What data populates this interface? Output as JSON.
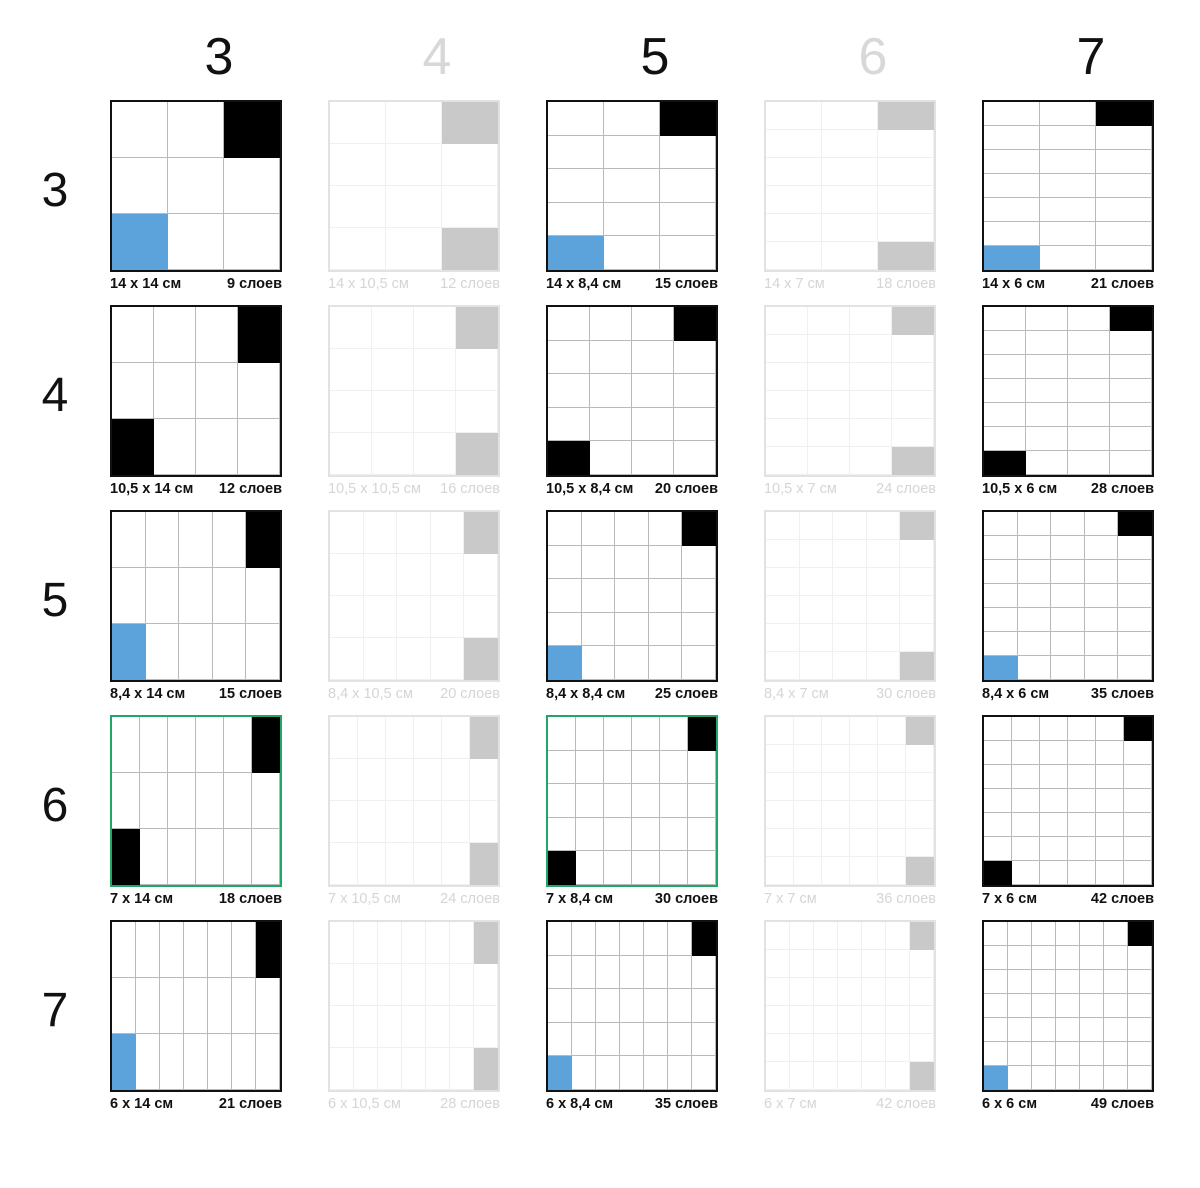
{
  "colors": {
    "black": "#000000",
    "blue": "#5CA3DC",
    "gray": "#c9c9c9",
    "green_border": "#22a565",
    "dim_text": "#d5d5d5",
    "text": "#111111"
  },
  "headers": {
    "columns": [
      {
        "label": "3",
        "dim": false
      },
      {
        "label": "4",
        "dim": true
      },
      {
        "label": "5",
        "dim": false
      },
      {
        "label": "6",
        "dim": true
      },
      {
        "label": "7",
        "dim": false
      }
    ],
    "rows": [
      {
        "label": "3"
      },
      {
        "label": "4"
      },
      {
        "label": "5"
      },
      {
        "label": "6"
      },
      {
        "label": "7"
      }
    ]
  },
  "chart_data": {
    "type": "table",
    "title": "",
    "xlabel": "",
    "ylabel": "",
    "row_headers": [
      "3",
      "4",
      "5",
      "6",
      "7"
    ],
    "col_headers": [
      "3",
      "4",
      "5",
      "6",
      "7"
    ],
    "note": "Matrix of paper-cut layouts. Row header = number of horizontal divisions (columns in the diagram), column header = number of vertical divisions (rows in the diagram). Layers = row x column.",
    "cells": [
      [
        {
          "row": 3,
          "col": 3,
          "cols": 3,
          "rows": 3,
          "size": "14 x 14 см",
          "layers": "9 слоев",
          "layers_value": 9,
          "dim": false,
          "green": false,
          "corner_tr": "black",
          "corner_bl": "blue"
        },
        {
          "row": 3,
          "col": 4,
          "cols": 3,
          "rows": 4,
          "size": "14 x 10,5 см",
          "layers": "12 слоев",
          "layers_value": 12,
          "dim": true,
          "green": false,
          "corner_tr": "gray",
          "corner_br": "gray"
        },
        {
          "row": 3,
          "col": 5,
          "cols": 3,
          "rows": 5,
          "size": "14 x 8,4 см",
          "layers": "15 слоев",
          "layers_value": 15,
          "dim": false,
          "green": false,
          "corner_tr": "black",
          "corner_bl": "blue"
        },
        {
          "row": 3,
          "col": 6,
          "cols": 3,
          "rows": 6,
          "size": "14 x 7 см",
          "layers": "18 слоев",
          "layers_value": 18,
          "dim": true,
          "green": false,
          "corner_tr": "gray",
          "corner_br": "gray"
        },
        {
          "row": 3,
          "col": 7,
          "cols": 3,
          "rows": 7,
          "size": "14 x 6 см",
          "layers": "21 слоев",
          "layers_value": 21,
          "dim": false,
          "green": false,
          "corner_tr": "black",
          "corner_bl": "blue"
        }
      ],
      [
        {
          "row": 4,
          "col": 3,
          "cols": 4,
          "rows": 3,
          "size": "10,5 x 14 см",
          "layers": "12 слоев",
          "layers_value": 12,
          "dim": false,
          "green": false,
          "corner_tr": "black",
          "corner_bl": "black"
        },
        {
          "row": 4,
          "col": 4,
          "cols": 4,
          "rows": 4,
          "size": "10,5 x 10,5 см",
          "layers": "16 слоев",
          "layers_value": 16,
          "dim": true,
          "green": false,
          "corner_tr": "gray",
          "corner_br": "gray"
        },
        {
          "row": 4,
          "col": 5,
          "cols": 4,
          "rows": 5,
          "size": "10,5 x 8,4 см",
          "layers": "20 слоев",
          "layers_value": 20,
          "dim": false,
          "green": false,
          "corner_tr": "black",
          "corner_bl": "black"
        },
        {
          "row": 4,
          "col": 6,
          "cols": 4,
          "rows": 6,
          "size": "10,5 x 7 см",
          "layers": "24 слоев",
          "layers_value": 24,
          "dim": true,
          "green": false,
          "corner_tr": "gray",
          "corner_br": "gray"
        },
        {
          "row": 4,
          "col": 7,
          "cols": 4,
          "rows": 7,
          "size": "10,5 x 6 см",
          "layers": "28 слоев",
          "layers_value": 28,
          "dim": false,
          "green": false,
          "corner_tr": "black",
          "corner_bl": "black"
        }
      ],
      [
        {
          "row": 5,
          "col": 3,
          "cols": 5,
          "rows": 3,
          "size": "8,4 x 14 см",
          "layers": "15 слоев",
          "layers_value": 15,
          "dim": false,
          "green": false,
          "corner_tr": "black",
          "corner_bl": "blue"
        },
        {
          "row": 5,
          "col": 4,
          "cols": 5,
          "rows": 4,
          "size": "8,4 x 10,5 см",
          "layers": "20 слоев",
          "layers_value": 20,
          "dim": true,
          "green": false,
          "corner_tr": "gray",
          "corner_br": "gray"
        },
        {
          "row": 5,
          "col": 5,
          "cols": 5,
          "rows": 5,
          "size": "8,4 x 8,4 см",
          "layers": "25 слоев",
          "layers_value": 25,
          "dim": false,
          "green": false,
          "corner_tr": "black",
          "corner_bl": "blue"
        },
        {
          "row": 5,
          "col": 6,
          "cols": 5,
          "rows": 6,
          "size": "8,4 x 7 см",
          "layers": "30 слоев",
          "layers_value": 30,
          "dim": true,
          "green": false,
          "corner_tr": "gray",
          "corner_br": "gray"
        },
        {
          "row": 5,
          "col": 7,
          "cols": 5,
          "rows": 7,
          "size": "8,4 x 6 см",
          "layers": "35 слоев",
          "layers_value": 35,
          "dim": false,
          "green": false,
          "corner_tr": "black",
          "corner_bl": "blue"
        }
      ],
      [
        {
          "row": 6,
          "col": 3,
          "cols": 6,
          "rows": 3,
          "size": "7 x 14 см",
          "layers": "18 слоев",
          "layers_value": 18,
          "dim": false,
          "green": true,
          "corner_tr": "black",
          "corner_bl": "black"
        },
        {
          "row": 6,
          "col": 4,
          "cols": 6,
          "rows": 4,
          "size": "7 x 10,5 см",
          "layers": "24 слоев",
          "layers_value": 24,
          "dim": true,
          "green": false,
          "corner_tr": "gray",
          "corner_br": "gray"
        },
        {
          "row": 6,
          "col": 5,
          "cols": 6,
          "rows": 5,
          "size": "7 x 8,4 см",
          "layers": "30 слоев",
          "layers_value": 30,
          "dim": false,
          "green": true,
          "corner_tr": "black",
          "corner_bl": "black"
        },
        {
          "row": 6,
          "col": 6,
          "cols": 6,
          "rows": 6,
          "size": "7 x 7 см",
          "layers": "36 слоев",
          "layers_value": 36,
          "dim": true,
          "green": false,
          "corner_tr": "gray",
          "corner_br": "gray"
        },
        {
          "row": 6,
          "col": 7,
          "cols": 6,
          "rows": 7,
          "size": "7 x 6 см",
          "layers": "42 слоев",
          "layers_value": 42,
          "dim": false,
          "green": false,
          "corner_tr": "black",
          "corner_bl": "black"
        }
      ],
      [
        {
          "row": 7,
          "col": 3,
          "cols": 7,
          "rows": 3,
          "size": "6 x 14 см",
          "layers": "21 слоев",
          "layers_value": 21,
          "dim": false,
          "green": false,
          "corner_tr": "black",
          "corner_bl": "blue"
        },
        {
          "row": 7,
          "col": 4,
          "cols": 7,
          "rows": 4,
          "size": "6 x 10,5 см",
          "layers": "28 слоев",
          "layers_value": 28,
          "dim": true,
          "green": false,
          "corner_tr": "gray",
          "corner_br": "gray"
        },
        {
          "row": 7,
          "col": 5,
          "cols": 7,
          "rows": 5,
          "size": "6 x 8,4 см",
          "layers": "35 слоев",
          "layers_value": 35,
          "dim": false,
          "green": false,
          "corner_tr": "black",
          "corner_bl": "blue"
        },
        {
          "row": 7,
          "col": 6,
          "cols": 7,
          "rows": 6,
          "size": "6 x 7 см",
          "layers": "42 слоев",
          "layers_value": 42,
          "dim": true,
          "green": false,
          "corner_tr": "gray",
          "corner_br": "gray"
        },
        {
          "row": 7,
          "col": 7,
          "cols": 7,
          "rows": 7,
          "size": "6 x 6 см",
          "layers": "49 слоев",
          "layers_value": 49,
          "dim": false,
          "green": false,
          "corner_tr": "black",
          "corner_bl": "blue"
        }
      ]
    ]
  }
}
